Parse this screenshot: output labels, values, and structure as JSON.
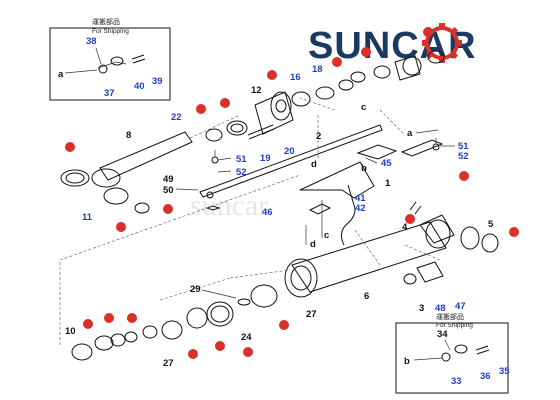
{
  "logo": {
    "text": "SUNCAR"
  },
  "watermark": "suncar",
  "kit_boxes": {
    "top": {
      "title_cn": "運搬部品",
      "title_en": "For Shipping"
    },
    "bottom": {
      "title_cn": "運搬部品",
      "title_en": "For Shipping"
    }
  },
  "labels": {
    "p38": "38",
    "p37": "37",
    "p40": "40",
    "p39": "39",
    "a_top": "a",
    "p8": "8",
    "p11": "11",
    "p22": "22",
    "p12": "12",
    "p16": "16",
    "p18": "18",
    "p19": "19",
    "p20": "20",
    "p51a": "51",
    "p52a": "52",
    "p49": "49",
    "p50": "50",
    "p2": "2",
    "p45": "45",
    "p1": "1",
    "p41": "41",
    "p42": "42",
    "p46": "46",
    "p51b": "51",
    "p52b": "52",
    "p4": "4",
    "p5": "5",
    "p6": "6",
    "p3": "3",
    "p48": "48",
    "p47": "47",
    "p29": "29",
    "p24": "24",
    "p27a": "27",
    "p27b": "27",
    "p10": "10",
    "p34": "34",
    "p33": "33",
    "p36": "36",
    "p35": "35",
    "a_mid": "a",
    "b_mid": "b",
    "c_mid": "c",
    "d_mid": "d",
    "c_low": "c",
    "d_low": "d",
    "b_low": "b"
  },
  "colors": {
    "logo": "#1b3a63",
    "number_blue": "#1f3fc4",
    "seal_marker": "#d9302a",
    "line": "#111111"
  }
}
